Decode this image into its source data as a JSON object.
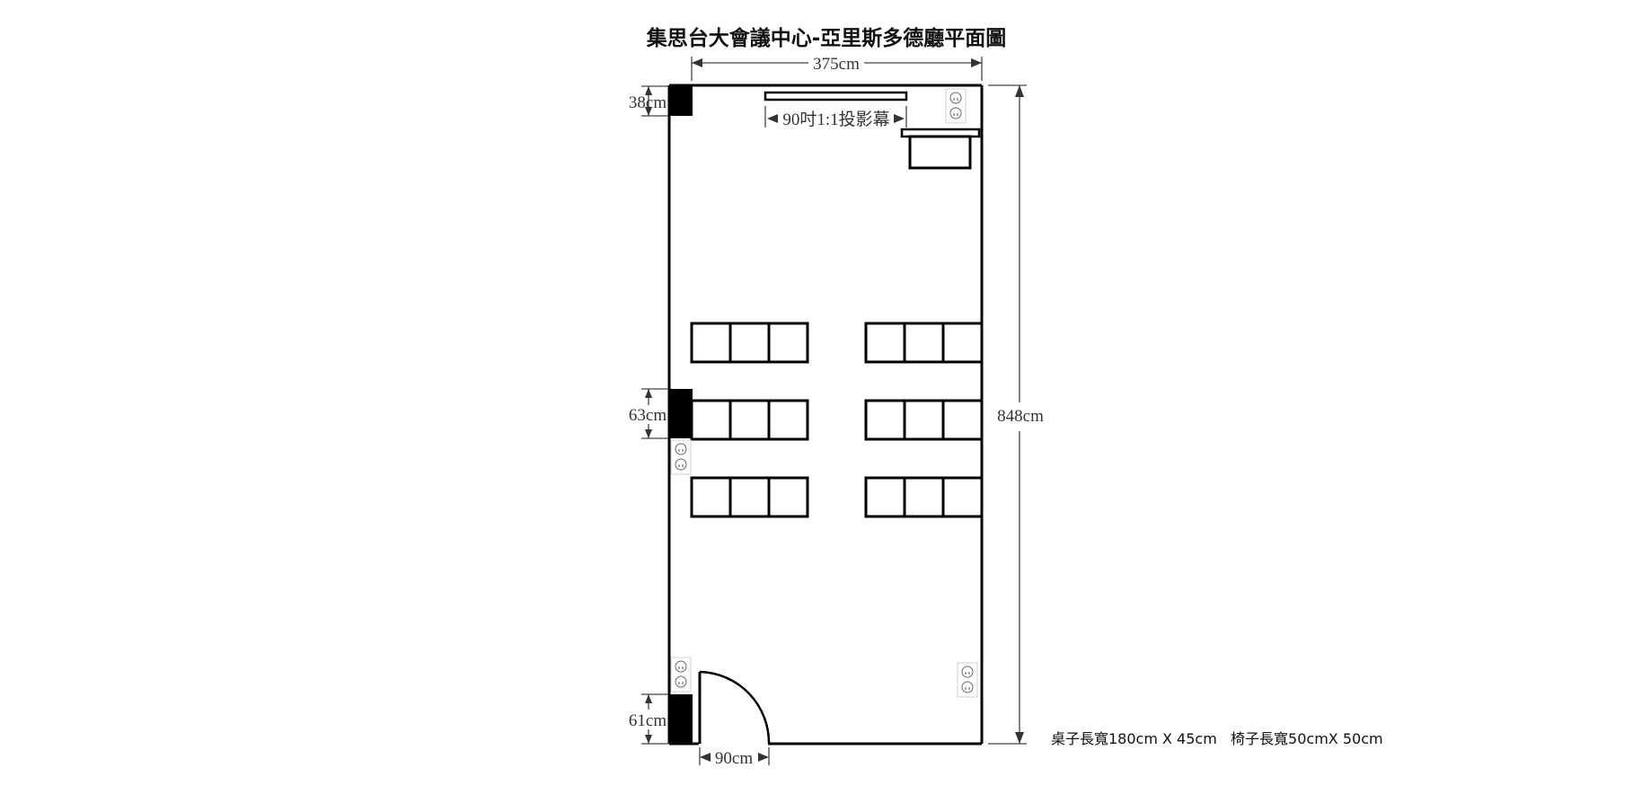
{
  "title": "集思台大會議中心-亞里斯多德廳平面圖",
  "dimensions": {
    "room_width": "375cm",
    "room_length": "848cm",
    "pillar_top": "38cm",
    "pillar_mid": "63cm",
    "pillar_bottom": "61cm",
    "door_width": "90cm"
  },
  "screen_label": "90吋1:1投影幕",
  "furniture_note": "桌子長寬180cm X 45cm   椅子長寬50cmX 50cm",
  "icons": {
    "outlet": "power-outlet-icon",
    "pillar": "pillar-icon",
    "door": "door-swing-icon",
    "screen": "projection-screen-icon",
    "podium": "podium-icon"
  }
}
